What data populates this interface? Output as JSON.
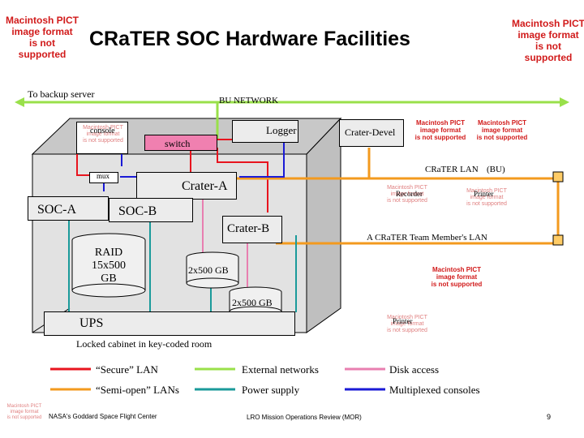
{
  "pict_placeholder": [
    "Macintosh PICT",
    "image format",
    "is not supported"
  ],
  "title": "CRaTER SOC Hardware Facilities",
  "labels": {
    "backup": "To backup server",
    "bu_network": "BU NETWORK",
    "console": "console",
    "logger": "Logger",
    "switch": "switch",
    "crater_devel": "Crater-Devel",
    "crater_lan": "CRaTER LAN",
    "bu_paren": "(BU)",
    "mux": "mux",
    "crater_a": "Crater-A",
    "soc_a": "SOC-A",
    "soc_b": "SOC-B",
    "recorder": "Recorder",
    "printer": "Printer",
    "crater_b": "Crater-B",
    "team_lan": "A CRaTER Team Member's LAN",
    "raid_line1": "RAID",
    "raid_line2": "15x500",
    "raid_line3": "GB",
    "disk1": "2x500 GB",
    "disk2": "2x500 GB",
    "ups": "UPS",
    "printer2": "Printer",
    "cabinet": "Locked cabinet in key-coded room"
  },
  "legend": [
    {
      "label": "“Secure” LAN",
      "color": "#e8141e"
    },
    {
      "label": "External networks",
      "color": "#99e04a"
    },
    {
      "label": "Disk access",
      "color": "#e87fb0"
    },
    {
      "label": "“Semi-open” LANs",
      "color": "#f39a1e"
    },
    {
      "label": "Power supply",
      "color": "#1a9a9a"
    },
    {
      "label": "Multiplexed consoles",
      "color": "#1a1ad6"
    }
  ],
  "footer": {
    "left": "NASA's Goddard Space Flight Center",
    "center": "LRO Mission Operations Review (MOR)",
    "page": "9"
  },
  "colors": {
    "secure_lan": "#e8141e",
    "external": "#99e04a",
    "disk": "#e87fb0",
    "semi_open": "#f39a1e",
    "power": "#1a9a9a",
    "consoles": "#1a1ad6",
    "cabinet_fill": "#d9d9d9",
    "box_fill": "#ececec"
  }
}
